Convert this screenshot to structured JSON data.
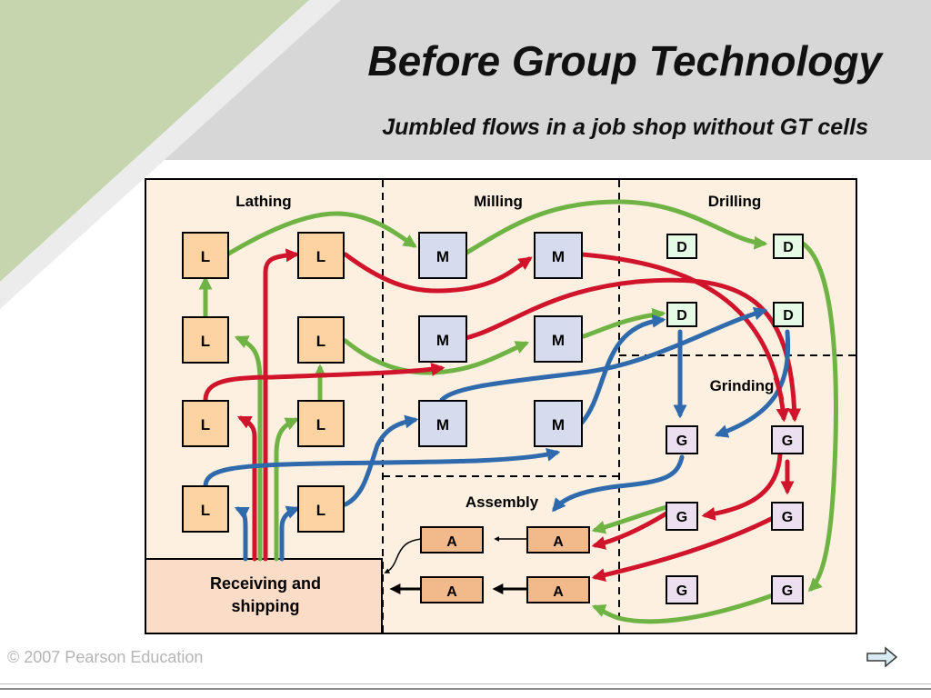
{
  "slide": {
    "title": "Before Group Technology",
    "subtitle": "Jumbled flows in a job shop without GT cells",
    "copyright": "© 2007 Pearson Education"
  },
  "departments": {
    "lathing": "Lathing",
    "milling": "Milling",
    "drilling": "Drilling",
    "grinding": "Grinding",
    "assembly": "Assembly",
    "receiving_line1": "Receiving and",
    "receiving_line2": "shipping"
  },
  "machines": {
    "lathe": "L",
    "mill": "M",
    "drill": "D",
    "grinder": "G",
    "assembly": "A"
  },
  "colors": {
    "red_flow": "#d0142c",
    "green_flow": "#6fb345",
    "blue_flow": "#2f6aad",
    "lathe_fill": "#fcd3a1",
    "mill_fill": "#d7dbee",
    "drill_fill": "#e6fbe6",
    "grinder_fill": "#ecdff0",
    "assembly_fill": "#f2b98a",
    "floor_fill": "#fdf0e0",
    "receiving_fill": "#fbdcc6",
    "corner_green": "#c5d5ae"
  }
}
